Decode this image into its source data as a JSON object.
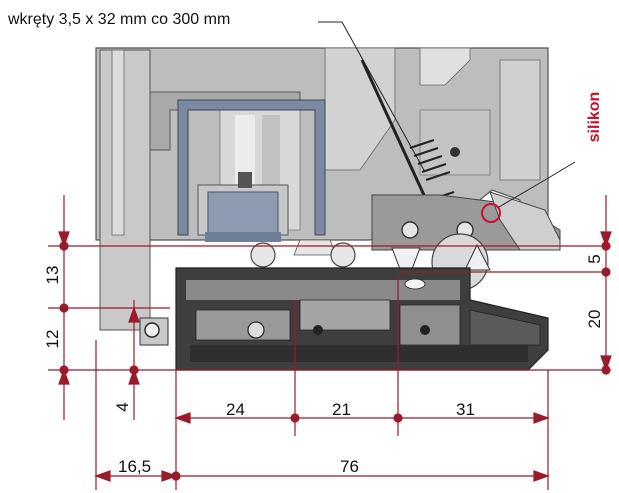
{
  "annotations": {
    "screw_note": "wkręty 3,5 x 32 mm  co 300 mm",
    "sealant_note": "silikon"
  },
  "dimensions": {
    "horizontal": [
      "24",
      "21",
      "31",
      "16,5",
      "76"
    ],
    "vertical": [
      "13",
      "12",
      "4",
      "5",
      "20"
    ]
  },
  "colors": {
    "dimension_line": "#9b1b2a",
    "profile_light": "#b8b8b8",
    "profile_dark": "#3e3e3e",
    "insert": "#8e9bb0",
    "sealant": "#c8102e"
  }
}
